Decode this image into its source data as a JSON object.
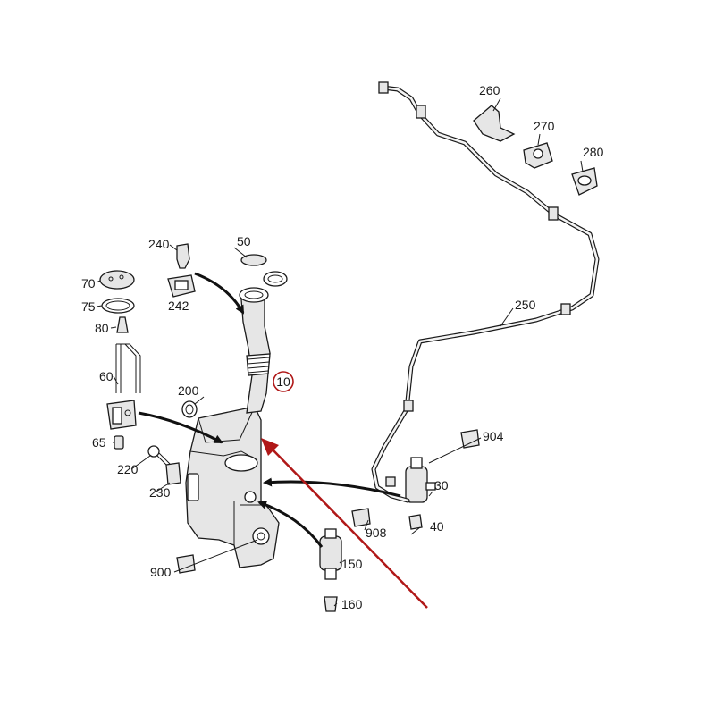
{
  "callouts": {
    "c10": "10",
    "c30": "30",
    "c40": "40",
    "c50": "50",
    "c60": "60",
    "c65": "65",
    "c70": "70",
    "c75": "75",
    "c80": "80",
    "c150": "150",
    "c160": "160",
    "c200": "200",
    "c220": "220",
    "c230": "230",
    "c240": "240",
    "c242": "242",
    "c250": "250",
    "c260": "260",
    "c270": "270",
    "c280": "280",
    "c900": "900",
    "c904": "904",
    "c908": "908"
  },
  "colors": {
    "line": "#1a1a1a",
    "part_fill": "#e6e6e6",
    "highlight_arrow": "#b01818",
    "highlight_circle": "#b01818"
  }
}
